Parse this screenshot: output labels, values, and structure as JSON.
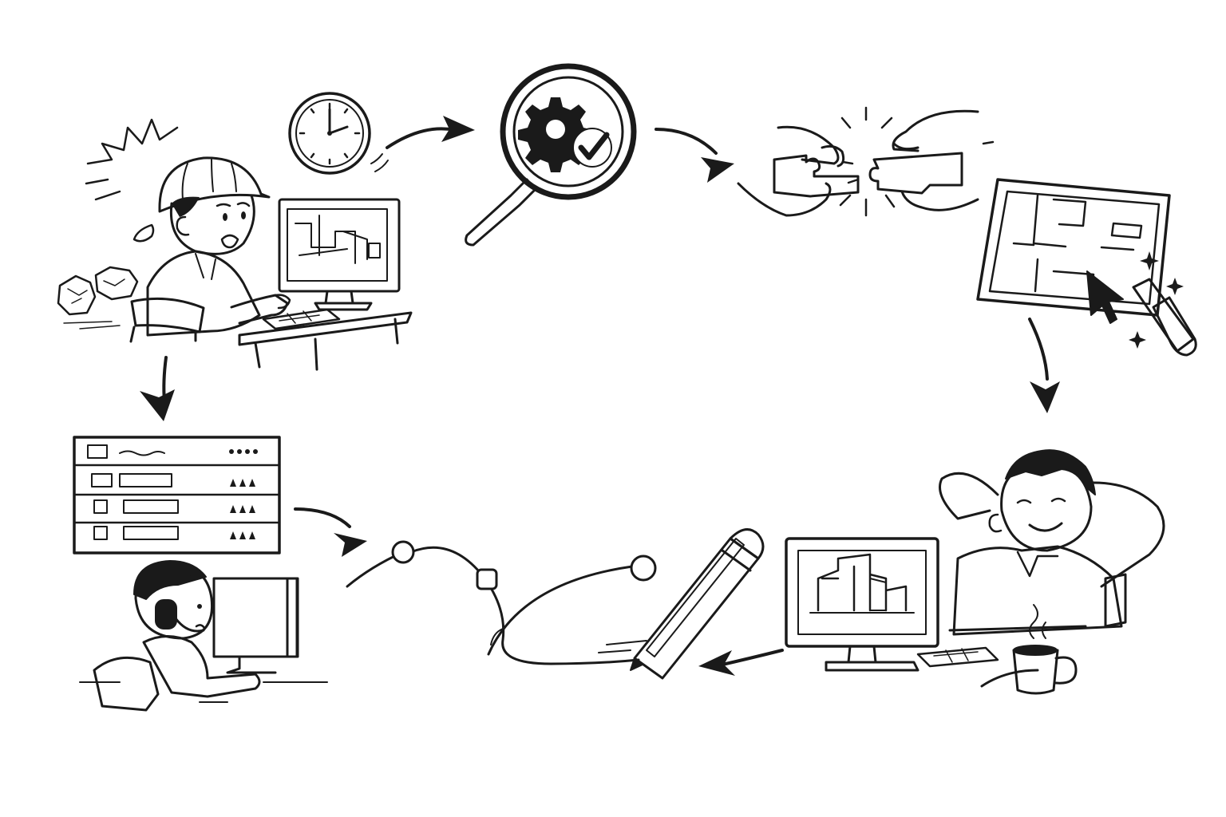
{
  "colors": {
    "ink": "#1a1a1a",
    "paper": "#ffffff",
    "hatch": "#555555"
  },
  "steps": [
    {
      "id": "stressed-engineer",
      "icons": [
        "hard-hat-icon",
        "monitor-icon",
        "crumpled-paper-icon",
        "burst-icon"
      ]
    },
    {
      "id": "wait-clock",
      "icons": [
        "clock-icon"
      ]
    },
    {
      "id": "inspect",
      "icons": [
        "magnifier-icon",
        "gear-icon",
        "checkmark-icon"
      ]
    },
    {
      "id": "connect-pieces",
      "icons": [
        "hands-icon",
        "puzzle-piece-icon"
      ]
    },
    {
      "id": "floor-plan-edit",
      "icons": [
        "floor-plan-icon",
        "cursor-icon",
        "marker-icon",
        "sparkle-icon"
      ]
    },
    {
      "id": "relaxed-designer",
      "icons": [
        "smiling-man-icon",
        "monitor-building-icon",
        "coffee-mug-icon"
      ]
    },
    {
      "id": "curve-edit",
      "icons": [
        "pencil-icon",
        "bezier-curve-icon"
      ]
    },
    {
      "id": "task-list-support",
      "icons": [
        "list-panel-icon",
        "headset-operator-icon",
        "monitor-icon"
      ]
    }
  ]
}
